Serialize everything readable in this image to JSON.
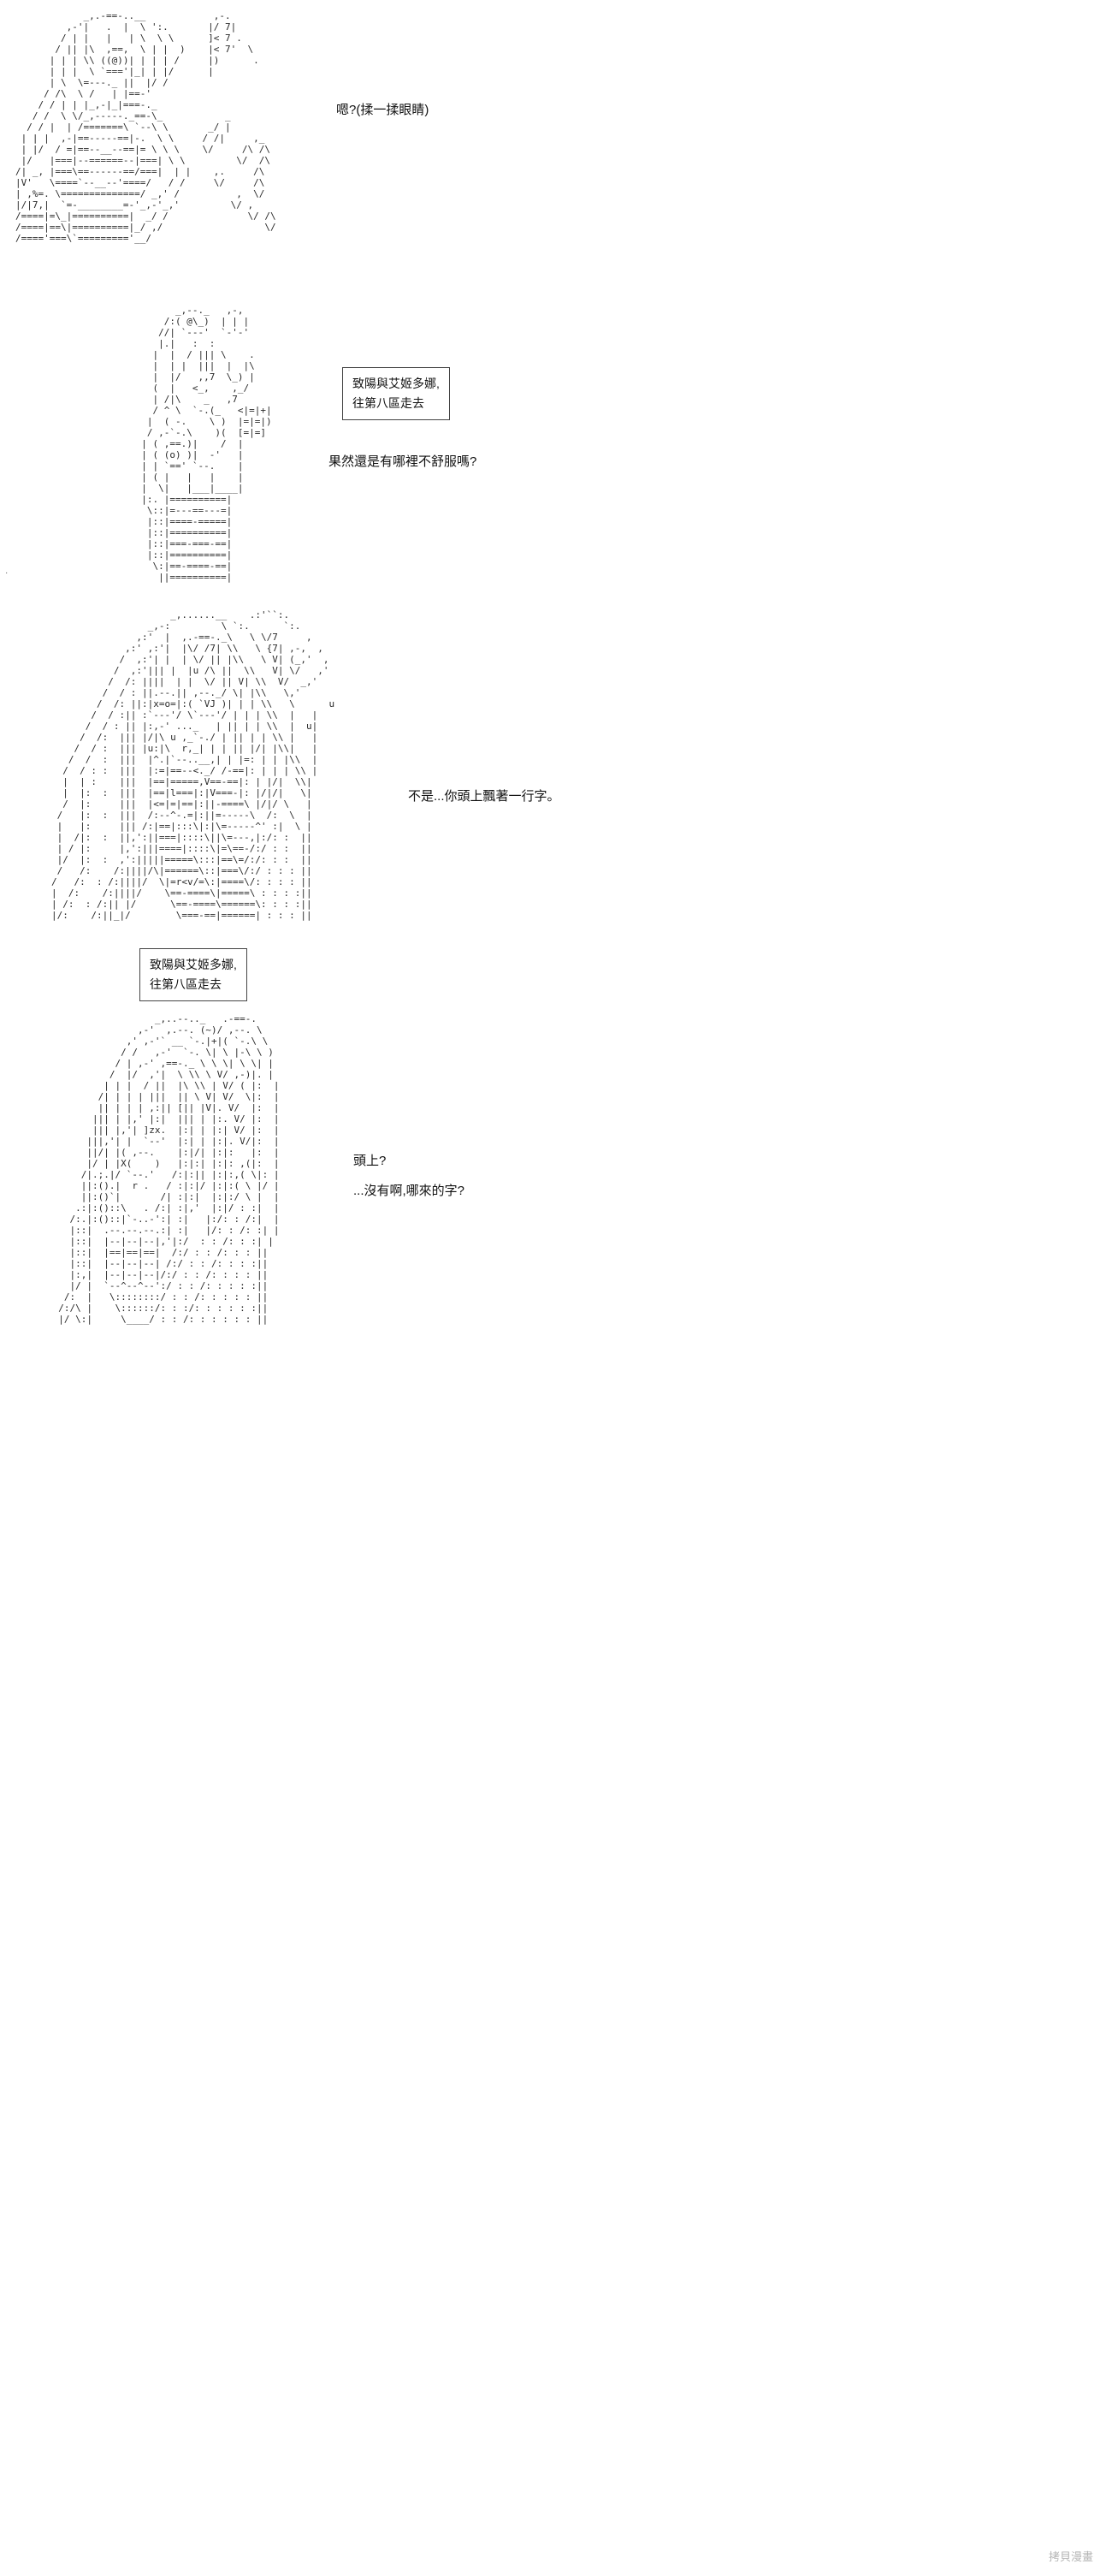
{
  "colors": {
    "background": "#ffffff",
    "ink": "#2a2a2a",
    "dialogue_text": "#111111",
    "caption_box_border": "#444444",
    "watermark_text": "#b5b5b5"
  },
  "caption_box": {
    "lines": [
      "致陽與艾姬多娜,",
      "往第八區走去"
    ]
  },
  "panels": {
    "panel1": {
      "dialogue": "嗯?(揉一揉眼睛)",
      "art": [
        "            _,.-==-..__            ,-.",
        "         ,-'|   .  |  \\ ':.       |/ 7|",
        "        / | |   |   | \\  \\ \\      ]< 7 .",
        "       / || |\\  ,==,  \\ | |  )    |< 7'  \\",
        "      | | | \\\\ ((@))| | | | /     |)      .",
        "      | | |  \\ `==='|_| | |/      |",
        "      | \\  \\=---._ ||  |/ /",
        "     / /\\  \\ /   | |==-'",
        "    / / | | |_,-|_|===-._",
        "   / /  \\ \\/_,-----._==-\\_           _",
        "  / / |  | /=======\\ `--\\ \\       _/ |",
        " | | |  ,-|==-----==|-.  \\ \\     / /|     ,_",
        " | |/  / =|==--__--==|= \\ \\ \\    \\/     /\\ /\\",
        " |/   |===|--======--|===| \\ \\         \\/  /\\",
        "/| _, |===\\==------==/===|  | |    ,.     /\\",
        "|V'   \\====`--__--'====/   / /     \\/     /\\",
        "| ,%=. \\==============/ _,' /          ,  \\/",
        "|/|7,|  `=-________=-'_,-'_,'         \\/ ,",
        "/====|=\\_|==========|  _/ /              \\/ /\\",
        "/====|==\\|==========|_/ ,/                  \\/",
        "/===='===\\`========='__/"
      ]
    },
    "panel2": {
      "dialogue": "果然還是有哪裡不舒服嗎?",
      "art": [
        "        _,--._   ,-,",
        "      /:( @\\_)  | | |",
        "     //| `---'  `-'-'",
        "     |.|   :  :",
        "    |  |  / ||| \\    .",
        "    |  | |  |||  |  |\\",
        "    |  |/   ,,7  \\_) |",
        "    (  |   <_,    ,_/",
        "    | /|\\    _   ,7",
        "    / ^ \\  `-.(_   <|=|+|",
        "   |  ( -.    \\ )  |=|=|)",
        "   / ,-`-.\\    )(  [=|=]",
        "  | ( ,==.)|    /  |",
        "  | ( (o) )|  -'   |",
        "  | | `==' `--.    |",
        "  | ( |   |   |    |",
        "  |  \\|   |___|____|",
        "  |:. |==========|",
        "   \\::|=---==---=|",
        "   |::|====-=====|",
        "   |::|==========|",
        "   |::|===-===-==|",
        "   |::|==========|",
        "    \\:|==-====-==|",
        "     ||==========|"
      ]
    },
    "panel3": {
      "dialogue": "不是...你頭上飄著一行字。",
      "art": [
        "                     _,......__    .:'``:.",
        "                 _,-:         \\ `:.      `:.",
        "               ,:'  |  ,.-==-._\\   \\ \\/7     ,",
        "             ,:' ,:'|  |\\/ /7| \\\\   \\ {7| ,-,  ,",
        "            /  ,:'| |  | \\/ || |\\\\   \\ V| (_,'  ,",
        "           /  ,:'||| |  |u /\\ ||  \\\\   V| \\/   ,'",
        "          /  /: ||||  | |  \\/ || V| \\\\  V/  _,'",
        "         /  / : ||.--.|| ,--._/ \\| |\\\\   \\,'",
        "        /  /: ||:|x=o=|:( `VJ )| | | \\\\   \\      u",
        "       /  / :|| :`---'/ \\`---'/ | | | \\\\  |   |",
        "      /  / : || |:,-' ..._   | || | | \\\\  |  u|",
        "     /  /:  ||| |/|\\ u ,_`-./ | || | | \\\\ |   |",
        "    /  / :  ||| |u:|\\  r,_| | | || |/| |\\\\|   |",
        "   /  /  :  |||  |^.|`--..__,| | |=: | | |\\\\  |",
        "  /  / : :  |||  |:=|==--<._/ /-==|: | | | \\\\ |",
        "  |  | :    |||  |==|=====,V==-==|: | |/|  \\\\|",
        "  |  |:  :  |||  |==|l===|:|V===-|: |/|/|   \\|",
        "  /  |:     |||  |<=|=|==|:||-====\\ |/|/ \\   |",
        " /   |:  :  |||  /:--^-.=|:||=-----\\  /:  \\  |",
        " |   |:     ||| /:|==|:::\\|:|\\=-----^' :|  \\ |",
        " |  /|:  :  ||,':||===|::::\\||\\=---,|:/: :  ||",
        " | / |:     |,':|||====|::::\\|=\\==-/:/ : :  ||",
        " |/  |:  :  ,':|||||=====\\:::|==\\=/:/: : :  ||",
        " /   /:    /:||||/\\|======\\::|===\\/:/ : : : ||",
        "/   /:  : /:||||/  \\|=r<v/=\\:|====\\/: : : : ||",
        "|  /:    /:||||/    \\==-====\\|=====\\ : : : :||",
        "| /:  : /:|| |/      \\==-====\\======\\: : : :||",
        "|/:    /:||_|/        \\===-==|======| : : : ||"
      ]
    },
    "panel4": {
      "dialogue_line1": "頭上?",
      "dialogue_line2": "...沒有啊,哪來的字?",
      "art": [
        "                   _,..--.._   .-==-.",
        "                ,-'  ,.--. (~)/ ,--. \\",
        "              ,' ,-'` __ `-.|+|( `-.\\ \\",
        "             / /   ,-'  `-. \\| \\ |-\\ \\ )",
        "            / | ,-' ,==-._ \\ \\ \\| \\ \\| |",
        "           /  |/  ,'|  \\ \\\\ \\ V/ ,-)|. |",
        "          | | |  / ||  |\\ \\\\ | V/ ( |:  |",
        "         /| | | | |||  || \\ V| V/  \\|:  |",
        "         || | | | ,:|| [|| |V|. V/  |:  |",
        "        ||| | |,' |:|  ||| | |:. V/ |:  |",
        "        ||| |,'| ]zx.  |:| | |:| V/ |:  |",
        "       |||,'| |  `--'  |:| | |:|. V/|:  |",
        "       ||/| |( ,--.    |:|/| |:|:   |:  |",
        "       |/ | |X(    )   |:|:| |:|: ,(|:  |",
        "      /|.;.|/ `--.'   /:|:|| |:|:,( \\|: |",
        "      ||:().|  r .   / :|:|/ |:|:( \\ |/ |",
        "      ||:()`|       /| :|:|  |:|:/ \\ |  |",
        "     .:|:()::\\   . /:| :|,'  |:|/ : :|  |",
        "    /:.|:()::|`-..-':| :|   |:/: : /:|  |",
        "    |::|  .--.--.--.:| :|   |/: : /: :| |",
        "    |::|  |--|--|--|,'|:/  : : /: : :| |",
        "    |::|  |==|==|==|  /:/ : : /: : : ||",
        "    |::|  |--|--|--| /:/ : : /: : : :||",
        "    |:,|  |--|--|--|/:/ : : /: : : : ||",
        "    |/ |  `--^--^--':/ : : /: : : : :||",
        "   /:  |   \\::::::::/ : : /: : : : : ||",
        "  /:/\\ |    \\::::::/: : :/: : : : : :||",
        "  |/ \\:|     \\____/ : : /: : : : : : ||"
      ]
    }
  },
  "stray_mark": "·",
  "watermark": "拷貝漫畫"
}
